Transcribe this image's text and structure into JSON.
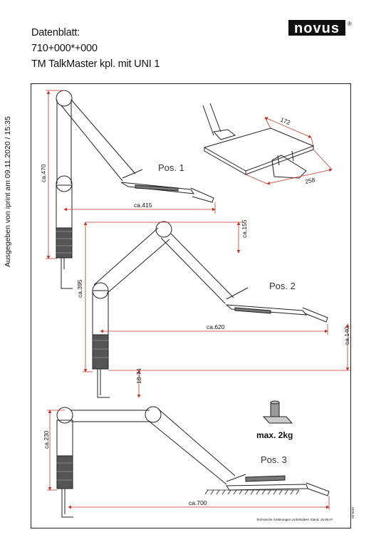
{
  "header": {
    "line1": "Datenblatt:",
    "line2": "710+000*+000",
    "line3": "TM TalkMaster kpl. mit UNI 1"
  },
  "logo": {
    "text": "novus",
    "mark": "®"
  },
  "side_note": "Ausgegeben von iprint am 09.11.2020 / 15:35",
  "drawing": {
    "pos1_label": "Pos. 1",
    "pos2_label": "Pos. 2",
    "pos3_label": "Pos. 3",
    "dims": {
      "d470": "ca.470",
      "d415": "ca.415",
      "d155": "ca.155",
      "d172": "172",
      "d258": "258",
      "d395": "ca.395",
      "d620": "ca.620",
      "d140": "ca.140",
      "d1874": "18-74",
      "d230": "ca.230",
      "d700": "ca.700"
    },
    "load": "max.  2kg"
  },
  "footer": {
    "note": "Technische Änderungen vorbehalten! Stand: 16.06.07",
    "code": "02-0497"
  },
  "colors": {
    "dimension": "#c0392b",
    "line": "#222222"
  }
}
